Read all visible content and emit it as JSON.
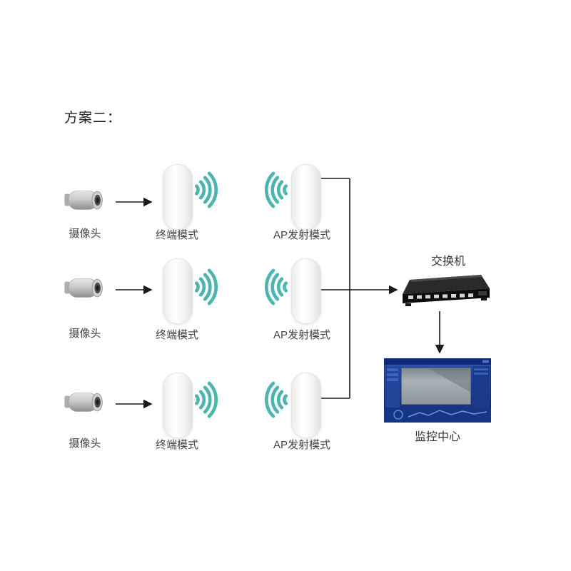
{
  "title": "方案二：",
  "rows": [
    {
      "camera": "摄像头",
      "terminal": "终端模式",
      "ap": "AP发射模式"
    },
    {
      "camera": "摄像头",
      "terminal": "终端模式",
      "ap": "AP发射模式"
    },
    {
      "camera": "摄像头",
      "terminal": "终端模式",
      "ap": "AP发射模式"
    }
  ],
  "switch_label": "交换机",
  "monitor_label": "监控中心",
  "colors": {
    "wifi": "#4db5b0",
    "line": "#1a1a1a"
  }
}
